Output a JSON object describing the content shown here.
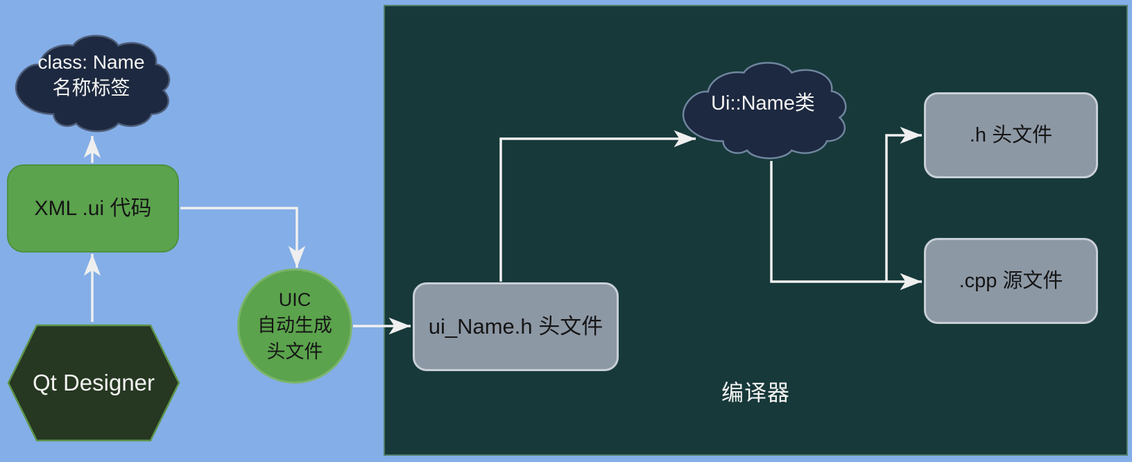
{
  "diagram": {
    "type": "flowchart",
    "background_color": "#84aee7",
    "connector_color": "#efefef",
    "compiler_panel": {
      "label": "编译器",
      "fill": "#17393a",
      "border_color": "#527e6b"
    },
    "nodes": [
      {
        "id": "class-name-cloud",
        "shape": "cloud",
        "label": "class: Name\n名称标签",
        "fill": "#1d2940",
        "stroke": "#4d5c77",
        "text_color": "#f4f4f2"
      },
      {
        "id": "xml-ui-box",
        "shape": "rounded-rectangle",
        "label": "XML .ui 代码",
        "fill": "#5ba34d",
        "stroke": "#4c923f",
        "text_color": "#151515"
      },
      {
        "id": "qt-designer-hexagon",
        "shape": "hexagon",
        "label": "Qt Designer",
        "fill": "#263722",
        "stroke": "#5d9448",
        "text_color": "#f2f3f0"
      },
      {
        "id": "uic-circle",
        "shape": "circle",
        "label": "UIC\n自动生成\n头文件",
        "fill": "#5ba34d",
        "stroke": "#7cb46a",
        "text_color": "#151515"
      },
      {
        "id": "ui-name-header-box",
        "shape": "rounded-rectangle",
        "label": "ui_Name.h 头文件",
        "fill": "#8d98a5",
        "stroke": "#c8cfd6",
        "text_color": "#151515"
      },
      {
        "id": "ui-name-class-cloud",
        "shape": "cloud",
        "label": "Ui::Name类",
        "fill": "#1d2940",
        "stroke": "#70859f",
        "text_color": "#f4f4f2"
      },
      {
        "id": "h-file-box",
        "shape": "rounded-rectangle",
        "label": ".h 头文件",
        "fill": "#8d98a5",
        "stroke": "#c8cfd6",
        "text_color": "#151515"
      },
      {
        "id": "cpp-file-box",
        "shape": "rounded-rectangle",
        "label": ".cpp 源文件",
        "fill": "#8d98a5",
        "stroke": "#c8cfd6",
        "text_color": "#151515"
      }
    ],
    "edges": [
      {
        "from": "qt-designer-hexagon",
        "to": "xml-ui-box"
      },
      {
        "from": "xml-ui-box",
        "to": "class-name-cloud"
      },
      {
        "from": "xml-ui-box",
        "to": "uic-circle"
      },
      {
        "from": "uic-circle",
        "to": "ui-name-header-box"
      },
      {
        "from": "ui-name-header-box",
        "to": "ui-name-class-cloud"
      },
      {
        "from": "ui-name-class-cloud",
        "to": "h-file-box"
      },
      {
        "from": "ui-name-class-cloud",
        "to": "cpp-file-box"
      }
    ]
  }
}
